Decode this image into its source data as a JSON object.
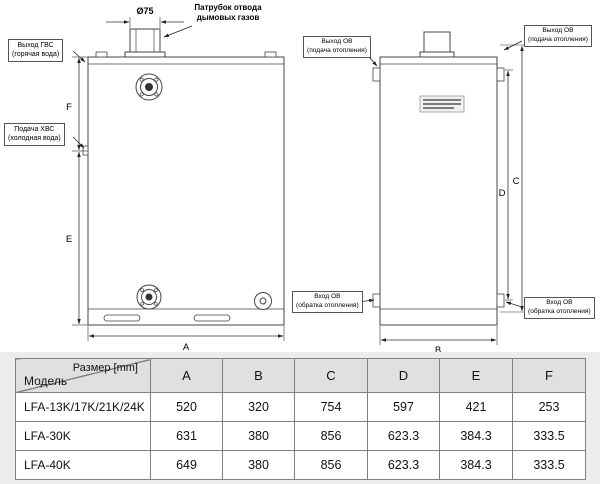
{
  "diagram": {
    "flue_diameter": "Ø75",
    "flue_label": [
      "Патрубок отвода",
      "дымовых газов"
    ],
    "front_labels": {
      "dhw_out": [
        "Выход ГВС",
        "(горячая вода)"
      ],
      "cold_in": [
        "Подача ХВС",
        "(холодная вода)"
      ]
    },
    "side_labels": {
      "heat_out_left": [
        "Выход ОВ",
        "(подача отопления)"
      ],
      "heat_out_right": [
        "Выход ОВ",
        "(подача отопления)"
      ],
      "heat_return_left": [
        "Вход ОВ",
        "(обратка отопления)"
      ],
      "heat_return_right": [
        "Вход ОВ",
        "(обратка отопления)"
      ]
    },
    "dims": {
      "a": "A",
      "b": "B",
      "c": "C",
      "d": "D",
      "e": "E",
      "f": "F"
    }
  },
  "table": {
    "corner": {
      "size": "Размер [mm]",
      "model": "Модель"
    },
    "columns": [
      "A",
      "B",
      "C",
      "D",
      "E",
      "F"
    ],
    "rows": [
      {
        "model": "LFA-13K/17K/21K/24K",
        "values": [
          "520",
          "320",
          "754",
          "597",
          "421",
          "253"
        ]
      },
      {
        "model": "LFA-30K",
        "values": [
          "631",
          "380",
          "856",
          "623.3",
          "384.3",
          "333.5"
        ]
      },
      {
        "model": "LFA-40K",
        "values": [
          "649",
          "380",
          "856",
          "623.3",
          "384.3",
          "333.5"
        ]
      }
    ]
  }
}
